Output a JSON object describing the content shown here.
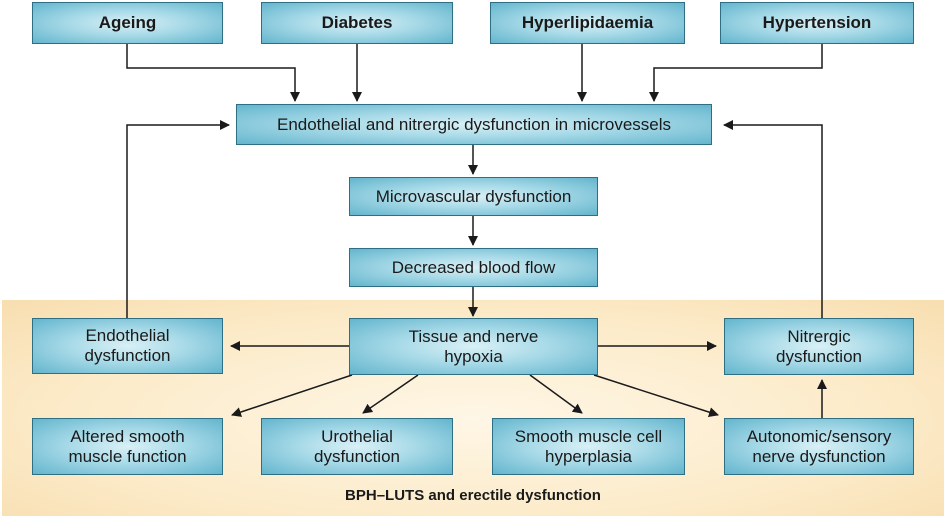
{
  "top_factors": {
    "ageing": "Ageing",
    "diabetes": "Diabetes",
    "hyperlipidaemia": "Hyperlipidaemia",
    "hypertension": "Hypertension"
  },
  "chain": {
    "endothelial_nitrergic": "Endothelial and nitrergic dysfunction in microvessels",
    "microvascular": "Microvascular dysfunction",
    "blood_flow": "Decreased blood flow"
  },
  "zone": {
    "label": "BPH–LUTS and erectile dysfunction",
    "endothelial": "Endothelial dysfunction",
    "hypoxia": "Tissue and nerve hypoxia",
    "nitrergic": "Nitrergic dysfunction",
    "smooth_muscle": "Altered smooth muscle function",
    "urothelial": "Urothelial dysfunction",
    "hyperplasia": "Smooth muscle cell hyperplasia",
    "autonomic": "Autonomic/sensory nerve dysfunction"
  },
  "colors": {
    "box_fill": "#a6d9e7",
    "box_border": "#2e6f83",
    "zone_background": "#fcebc9",
    "arrow": "#1a1a1a"
  }
}
